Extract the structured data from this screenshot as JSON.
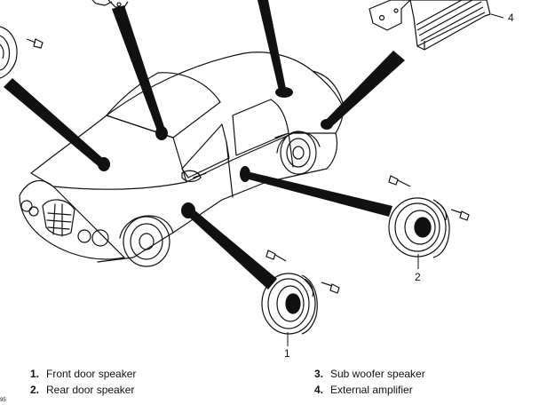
{
  "figure": {
    "figure_code": "95",
    "callouts": {
      "front_door_speaker": "1",
      "rear_door_speaker": "2",
      "external_amplifier": "4"
    },
    "legend": [
      {
        "num": "1.",
        "text": "Front door speaker"
      },
      {
        "num": "2.",
        "text": "Rear door speaker"
      },
      {
        "num": "3.",
        "text": "Sub woofer speaker"
      },
      {
        "num": "4.",
        "text": "External amplifier"
      }
    ]
  }
}
